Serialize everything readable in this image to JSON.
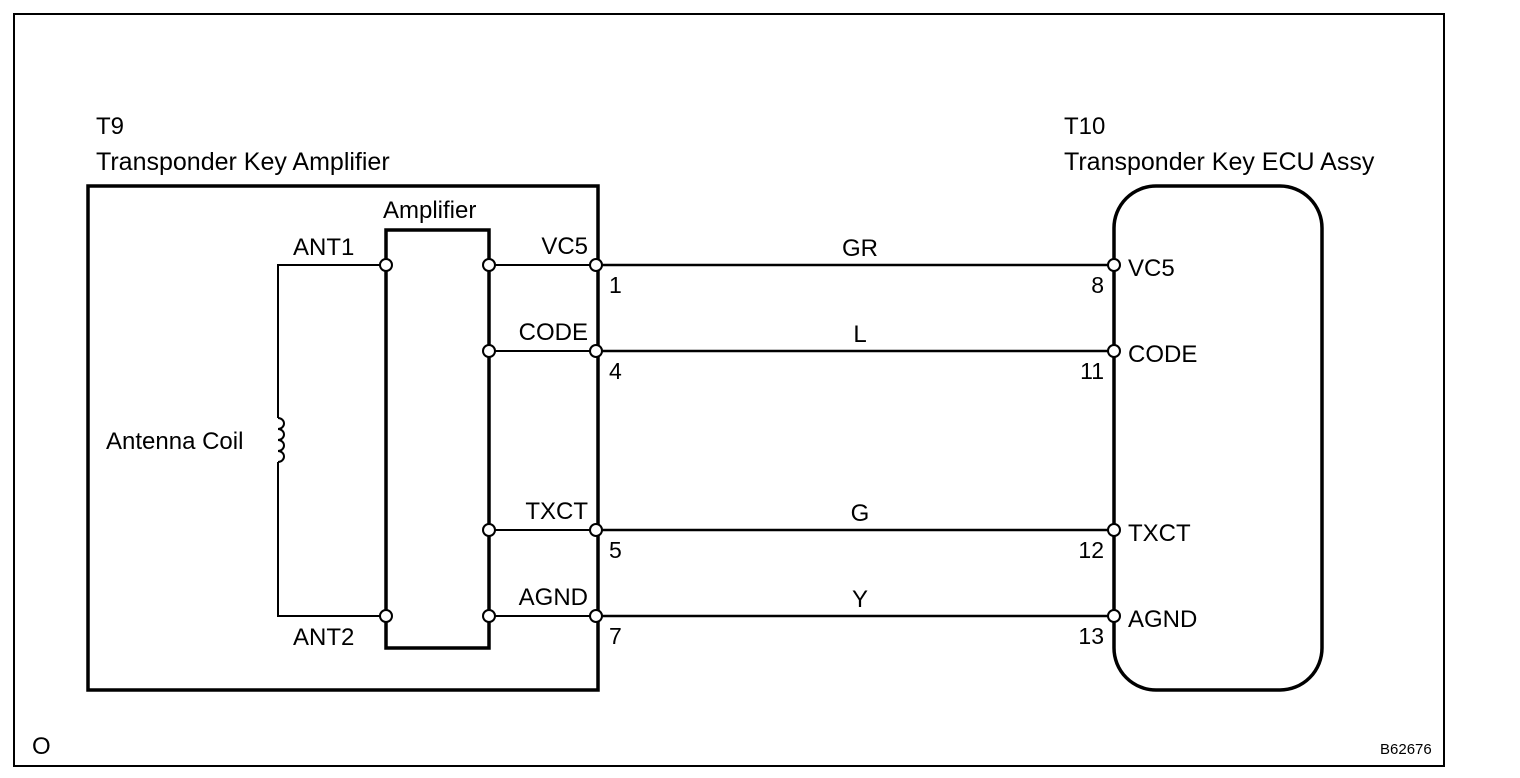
{
  "left_component": {
    "id": "T9",
    "name": "Transponder Key Amplifier",
    "amplifier_label": "Amplifier",
    "coil_label": "Antenna Coil",
    "ant1": "ANT1",
    "ant2": "ANT2",
    "terminals": [
      {
        "name": "VC5",
        "pin": "1"
      },
      {
        "name": "CODE",
        "pin": "4"
      },
      {
        "name": "TXCT",
        "pin": "5"
      },
      {
        "name": "AGND",
        "pin": "7"
      }
    ]
  },
  "right_component": {
    "id": "T10",
    "name": "Transponder Key ECU Assy",
    "terminals": [
      {
        "name": "VC5",
        "pin": "8"
      },
      {
        "name": "CODE",
        "pin": "11"
      },
      {
        "name": "TXCT",
        "pin": "12"
      },
      {
        "name": "AGND",
        "pin": "13"
      }
    ]
  },
  "wires": [
    {
      "color": "GR"
    },
    {
      "color": "L"
    },
    {
      "color": "G"
    },
    {
      "color": "Y"
    }
  ],
  "footer": {
    "left_mark": "O",
    "figure_code": "B62676"
  }
}
